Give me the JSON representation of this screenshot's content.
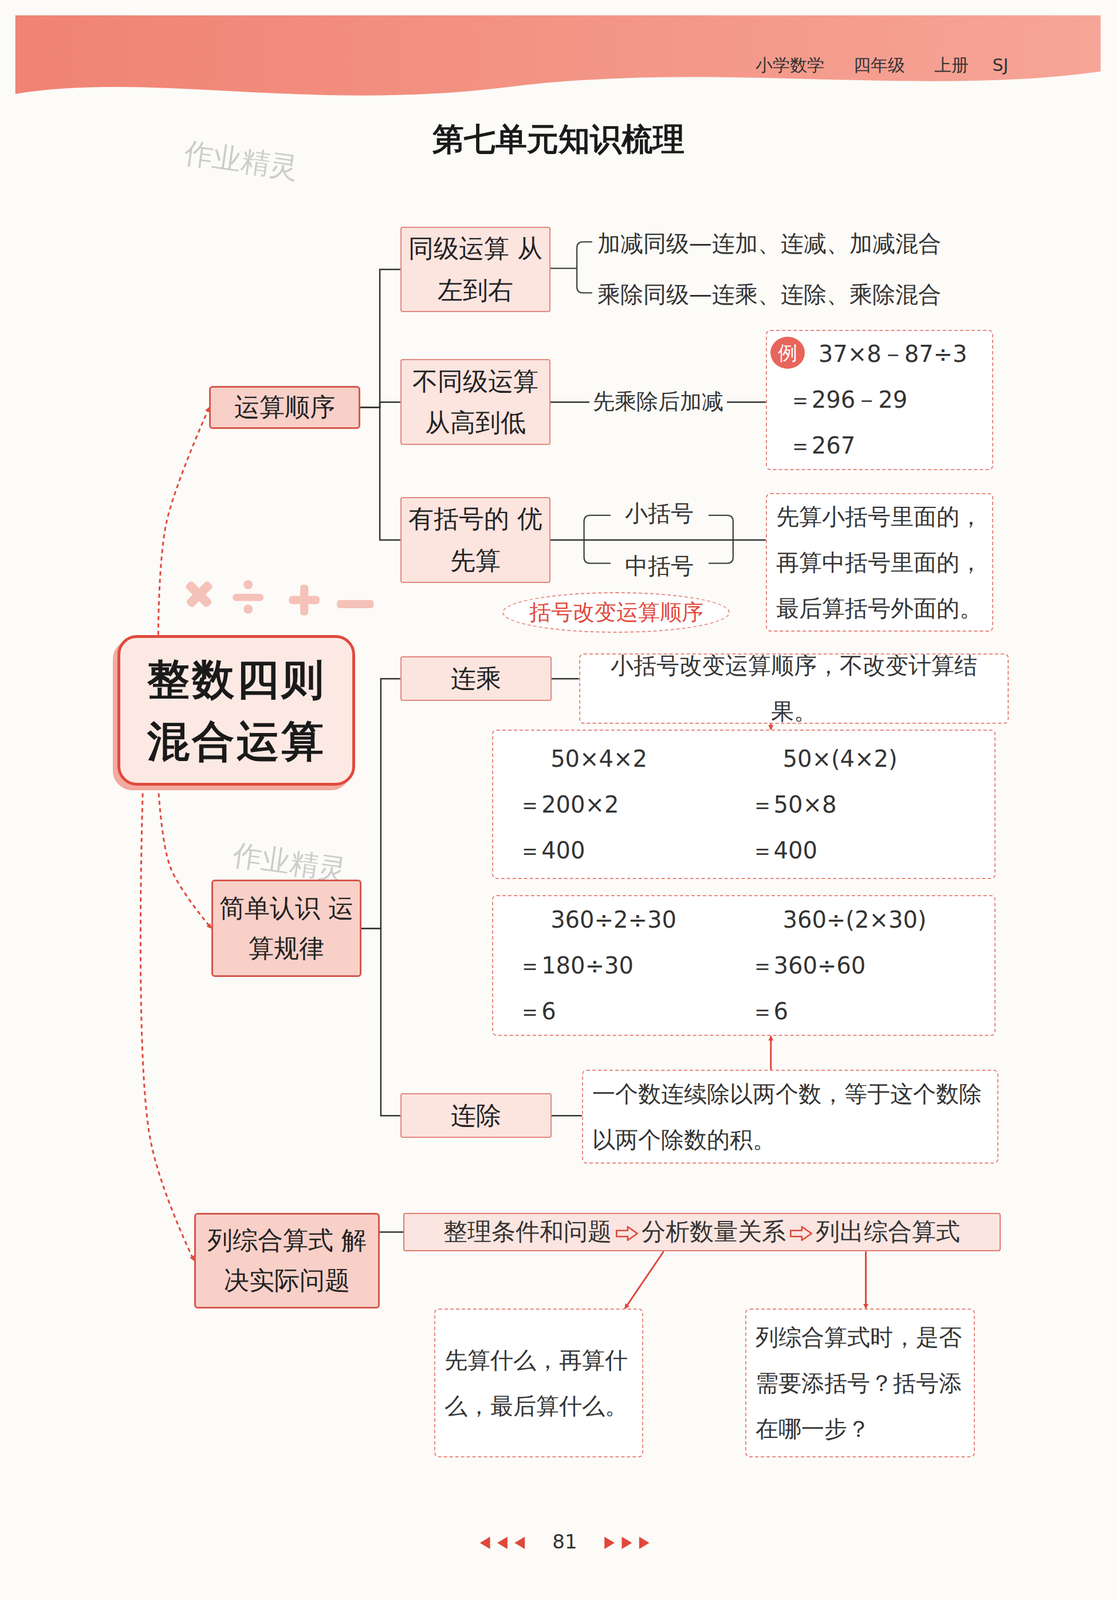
{
  "diagram": {
    "title": "第七单元知识梳理",
    "nodes": [
      {
        "text": [
          "整数四则混合运算"
        ]
      },
      {
        "text": [
          "运算顺序"
        ]
      },
      {
        "text": [
          "同级运算 从左到右"
        ]
      },
      {
        "text": [
          "不同级运算 从高到低"
        ]
      },
      {
        "text": [
          "例",
          "37×8－87÷3",
          "＝296－29",
          "＝267"
        ]
      },
      {
        "text": [
          "有括号的 优先算"
        ]
      },
      {
        "text": [
          "先算小括号里面的，再算中括号里面的，最后算括号外面的。"
        ]
      },
      {
        "text": [
          "括号改变运算顺序"
        ]
      },
      {
        "text": [
          "简单认识 运算规律"
        ]
      },
      {
        "text": [
          "连乘"
        ]
      },
      {
        "text": [
          "小括号改变运算顺序，不改变计算结果。"
        ]
      },
      {
        "text": [
          "50×4×2",
          "＝200×2",
          "＝400",
          "50×(4×2)",
          "＝50×8",
          "＝400"
        ]
      },
      {
        "text": [
          "360÷2÷30",
          "＝180÷30",
          "＝6",
          "360÷(2×30)",
          "＝360÷60",
          "＝6"
        ]
      },
      {
        "text": [
          "连除"
        ]
      },
      {
        "text": [
          "一个数连续除以两个数，等于这个数除以两个除数的积。"
        ]
      },
      {
        "text": [
          "列综合算式 解决实际问题"
        ]
      },
      {
        "text": [
          "整理条件和问题",
          "分析数量关系",
          "列出综合算式"
        ]
      },
      {
        "text": [
          "先算什么，再算什么，最后算什么。"
        ]
      },
      {
        "text": [
          "列综合算式时，是否需要添括号？括号添在哪一步？"
        ]
      }
    ],
    "edges": [
      {
        "from": 0,
        "to": 1,
        "arrow": "to"
      },
      {
        "from": 0,
        "to": 8,
        "arrow": "to"
      },
      {
        "from": 0,
        "to": 15,
        "arrow": "to"
      },
      {
        "from": 1,
        "to": 2,
        "arrow": "none"
      },
      {
        "from": 1,
        "to": 3,
        "arrow": "none"
      },
      {
        "from": 1,
        "to": 5,
        "arrow": "none"
      },
      {
        "from": 3,
        "to": 4,
        "label": "先乘除后加减",
        "arrow": "none"
      },
      {
        "from": 5,
        "to": 6,
        "arrow": "none"
      },
      {
        "from": 8,
        "to": 9,
        "arrow": "none"
      },
      {
        "from": 8,
        "to": 13,
        "arrow": "none"
      },
      {
        "from": 9,
        "to": 10,
        "arrow": "none"
      },
      {
        "from": 10,
        "to": 11,
        "arrow": "to"
      },
      {
        "from": 13,
        "to": 14,
        "arrow": "none"
      },
      {
        "from": 14,
        "to": 12,
        "arrow": "to"
      },
      {
        "from": 15,
        "to": 16,
        "arrow": "none"
      },
      {
        "from": 16,
        "to": 17,
        "arrow": "to"
      },
      {
        "from": 16,
        "to": 18,
        "arrow": "to"
      }
    ],
    "labels": [
      "小学数学",
      "四年级",
      "上册",
      "SJ",
      "作业精灵",
      "加减同级—连加、连减、加减混合",
      "乘除同级—连乘、连除、乘除混合",
      "小括号",
      "中括号",
      "作业精灵",
      "81"
    ]
  }
}
